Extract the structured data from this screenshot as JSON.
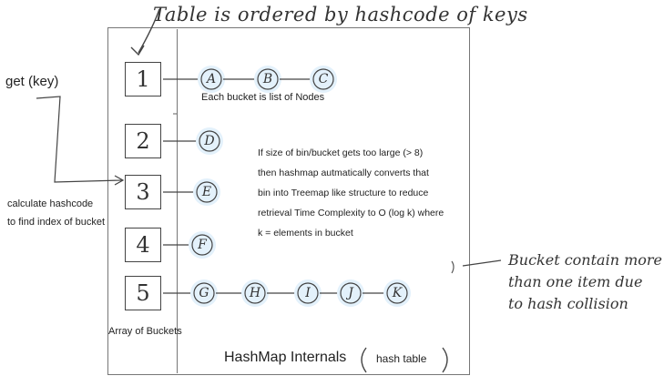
{
  "annotations": {
    "top_note": "Table is ordered by hashcode of keys",
    "side_note": [
      "Bucket contain more",
      "than one item due",
      "to hash collision"
    ],
    "get_key": "get (key)",
    "calc_lines": [
      "calculate hashcode",
      "to find index of bucket"
    ],
    "array_label": "Array of Buckets",
    "each_bucket_label": "Each bucket is list of Nodes",
    "treemap_note": [
      "If size of bin/bucket gets too large (> 8)",
      "then hashmap autmatically converts that",
      "bin into Treemap like structure to reduce",
      "retrieval Time Complexity to O (log k) where",
      "k = elements in bucket"
    ],
    "title": "HashMap Internals",
    "subtitle": "hash table"
  },
  "buckets": [
    {
      "index": "1",
      "nodes": [
        "A",
        "B",
        "C"
      ]
    },
    {
      "index": "2",
      "nodes": [
        "D"
      ]
    },
    {
      "index": "3",
      "nodes": [
        "E"
      ]
    },
    {
      "index": "4",
      "nodes": [
        "F"
      ]
    },
    {
      "index": "5",
      "nodes": [
        "G",
        "H",
        "I",
        "J",
        "K"
      ]
    }
  ],
  "colors": {
    "node_fill": "#e3f1fb",
    "stroke": "#444444"
  }
}
